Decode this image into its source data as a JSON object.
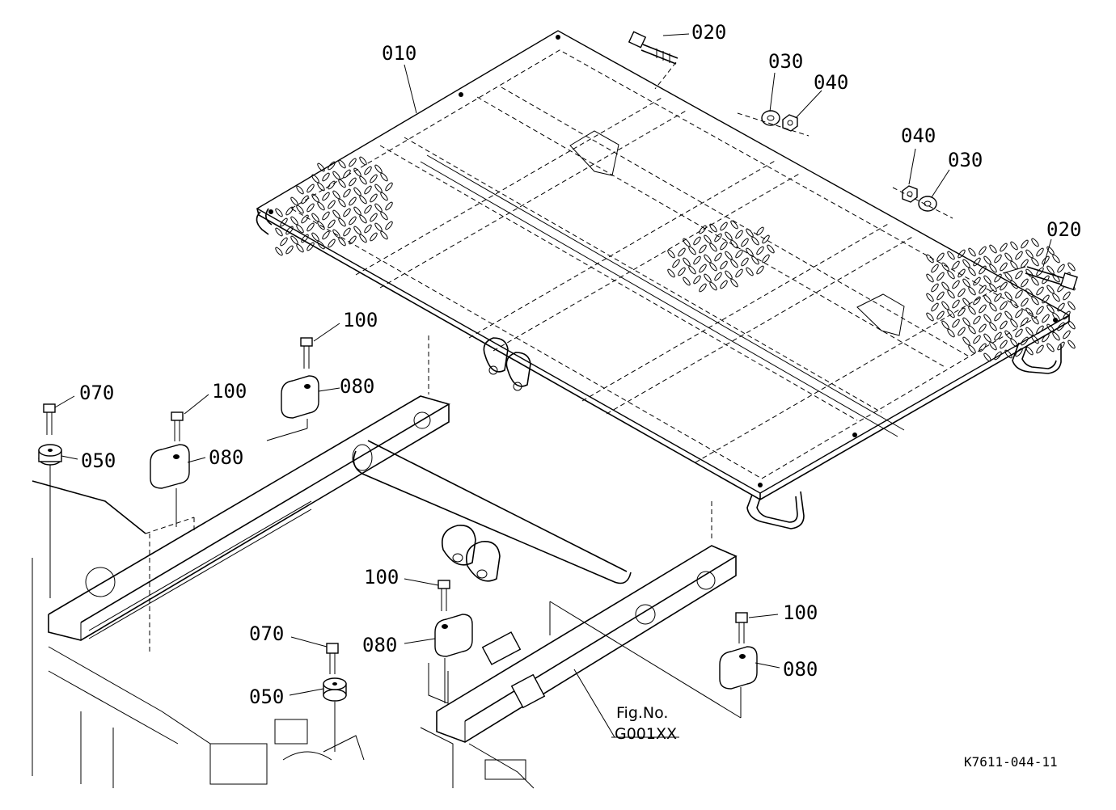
{
  "labels": {
    "p010": "010",
    "p020a": "020",
    "p020b": "020",
    "p030a": "030",
    "p030b": "030",
    "p040a": "040",
    "p040b": "040",
    "p050a": "050",
    "p050b": "050",
    "p070a": "070",
    "p070b": "070",
    "p080a": "080",
    "p080b": "080",
    "p080c": "080",
    "p080d": "080",
    "p100a": "100",
    "p100b": "100",
    "p100c": "100",
    "p100d": "100"
  },
  "reference": {
    "fig_label": "Fig.No.",
    "fig_code": "G001XX"
  },
  "drawing_code": "K7611-044-11"
}
